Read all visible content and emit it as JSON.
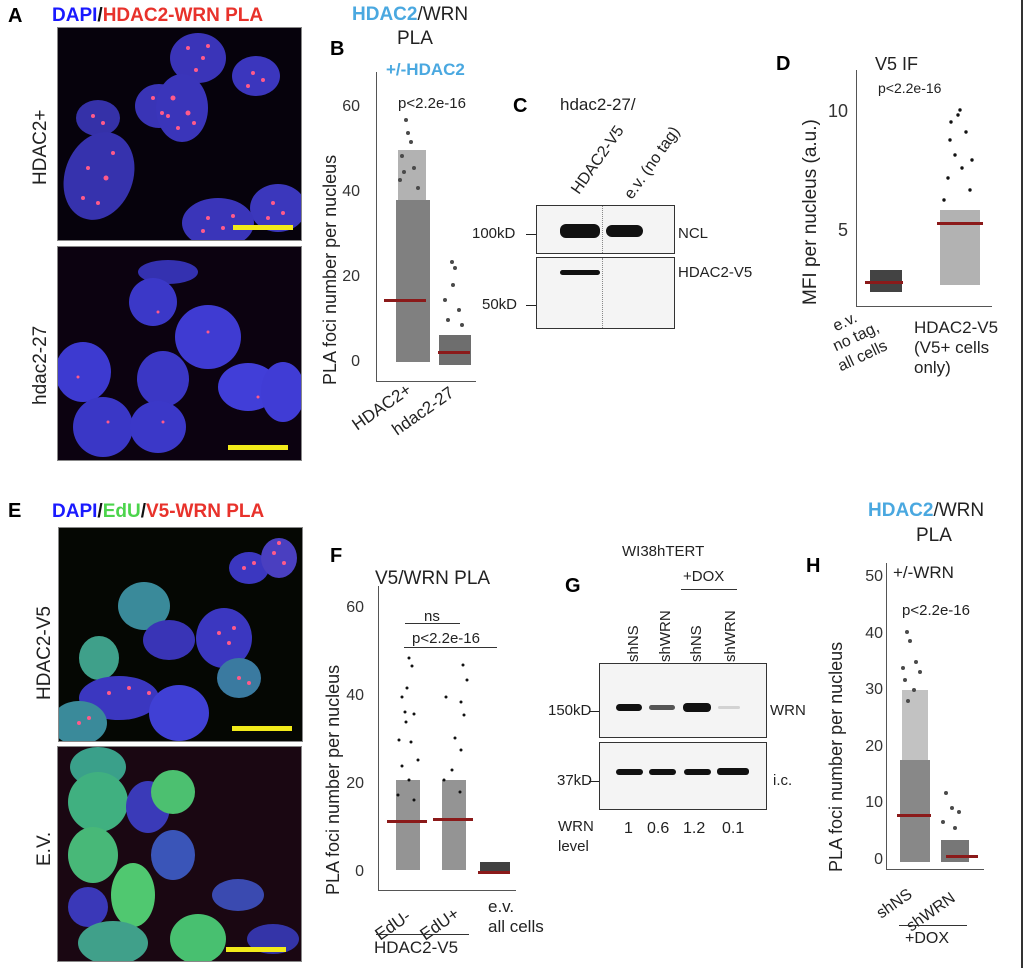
{
  "panels": {
    "A": {
      "letter": "A",
      "title_parts": [
        {
          "text": "DAPI",
          "color": "#1a1aff"
        },
        {
          "text": "/",
          "color": "#111111"
        },
        {
          "text": "HDAC2-WRN PLA",
          "color": "#e8322b"
        }
      ],
      "row_labels": [
        "HDAC2+",
        "hdac2-27"
      ]
    },
    "B": {
      "letter": "B",
      "title_line1_parts": [
        {
          "text": "HDAC2",
          "color": "#4aa8e0"
        },
        {
          "text": "/WRN",
          "color": "#111111"
        }
      ],
      "title_line2": "PLA",
      "subtitle": "+/-HDAC2",
      "pvalue": "p<2.2e-16",
      "ylabel": "PLA foci number per nucleus",
      "yticks": [
        "0",
        "20",
        "40",
        "60"
      ],
      "categories": [
        "HDAC2+",
        "hdac2-27"
      ]
    },
    "C": {
      "letter": "C",
      "title": "hdac2-27/",
      "lanes": [
        "HDAC2-V5",
        "e.v. (no tag)"
      ],
      "markers": [
        "100kD",
        "50kD"
      ],
      "bands": [
        "NCL",
        "HDAC2-V5"
      ]
    },
    "D": {
      "letter": "D",
      "title": "V5 IF",
      "pvalue": "p<2.2e-16",
      "ylabel": "MFI per nucleus (a.u.)",
      "yticks": [
        "5",
        "10"
      ],
      "categories": [
        [
          "e.v.",
          "no tag,",
          "all cells"
        ],
        [
          "HDAC2-V5",
          "(V5+ cells",
          "only)"
        ]
      ]
    },
    "E": {
      "letter": "E",
      "title_parts": [
        {
          "text": "DAPI",
          "color": "#1a1aff"
        },
        {
          "text": "/",
          "color": "#111111"
        },
        {
          "text": "EdU",
          "color": "#4cd44c"
        },
        {
          "text": "/",
          "color": "#111111"
        },
        {
          "text": "V5-WRN PLA",
          "color": "#e8322b"
        }
      ],
      "row_labels": [
        "HDAC2-V5",
        "E.V."
      ]
    },
    "F": {
      "letter": "F",
      "title": "V5/WRN PLA",
      "ns_label": "ns",
      "pvalue": "p<2.2e-16",
      "ylabel": "PLA foci number per nucleus",
      "yticks": [
        "0",
        "20",
        "40",
        "60"
      ],
      "categories": [
        "EdU-",
        "EdU+",
        [
          "e.v.",
          "all cells"
        ]
      ],
      "group_label": "HDAC2-V5"
    },
    "G": {
      "letter": "G",
      "title": "WI38hTERT",
      "dox_label": "+DOX",
      "lanes": [
        "shNS",
        "shWRN",
        "shNS",
        "shWRN"
      ],
      "markers": [
        "150kD",
        "37kD"
      ],
      "bands": [
        "WRN",
        "i.c."
      ],
      "level_label": [
        "WRN",
        "level"
      ],
      "levels": [
        "1",
        "0.6",
        "1.2",
        "0.1"
      ]
    },
    "H": {
      "letter": "H",
      "title_line1_parts": [
        {
          "text": "HDAC2",
          "color": "#4aa8e0"
        },
        {
          "text": "/WRN",
          "color": "#111111"
        }
      ],
      "title_line2": "PLA",
      "subtitle": "+/-WRN",
      "pvalue": "p<2.2e-16",
      "ylabel": "PLA foci number per nucleus",
      "yticks": [
        "0",
        "10",
        "20",
        "30",
        "40",
        "50"
      ],
      "categories": [
        "shNS",
        "shWRN"
      ],
      "group_label": "+DOX"
    }
  },
  "chart_data": [
    {
      "panel": "B",
      "type": "scatter",
      "title": "HDAC2/WRN PLA +/-HDAC2",
      "ylabel": "PLA foci number per nucleus",
      "categories": [
        "HDAC2+",
        "hdac2-27"
      ],
      "means": [
        15,
        3
      ],
      "max_values": [
        57,
        24
      ],
      "ylim": [
        0,
        65
      ],
      "annotation": "p<2.2e-16"
    },
    {
      "panel": "D",
      "type": "scatter",
      "title": "V5 IF",
      "ylabel": "MFI per nucleus (a.u.)",
      "categories": [
        "e.v. no tag, all cells",
        "HDAC2-V5 (V5+ cells only)"
      ],
      "means": [
        2.8,
        5.3
      ],
      "ranges": [
        [
          2.3,
          3.5
        ],
        [
          3.5,
          10.3
        ]
      ],
      "ylim": [
        1.8,
        11.5
      ],
      "annotation": "p<2.2e-16"
    },
    {
      "panel": "F",
      "type": "scatter",
      "title": "V5/WRN PLA",
      "ylabel": "PLA foci number per nucleus",
      "categories": [
        "EdU-",
        "EdU+",
        "e.v. all cells"
      ],
      "means": [
        12,
        12.5,
        0.5
      ],
      "max_values": [
        49,
        47,
        2
      ],
      "ylim": [
        -3,
        65
      ],
      "annotations": [
        "ns (EdU- vs EdU+)",
        "p<2.2e-16"
      ]
    },
    {
      "panel": "G",
      "type": "table",
      "title": "WI38hTERT WRN level",
      "categories": [
        "shNS",
        "shWRN",
        "shNS +DOX",
        "shWRN +DOX"
      ],
      "values": [
        1,
        0.6,
        1.2,
        0.1
      ]
    },
    {
      "panel": "H",
      "type": "scatter",
      "title": "HDAC2/WRN PLA +/-WRN",
      "ylabel": "PLA foci number per nucleus",
      "categories": [
        "shNS",
        "shWRN"
      ],
      "means": [
        8,
        1
      ],
      "max_values": [
        40,
        12
      ],
      "ylim": [
        -2,
        52
      ],
      "annotation": "p<2.2e-16"
    }
  ]
}
